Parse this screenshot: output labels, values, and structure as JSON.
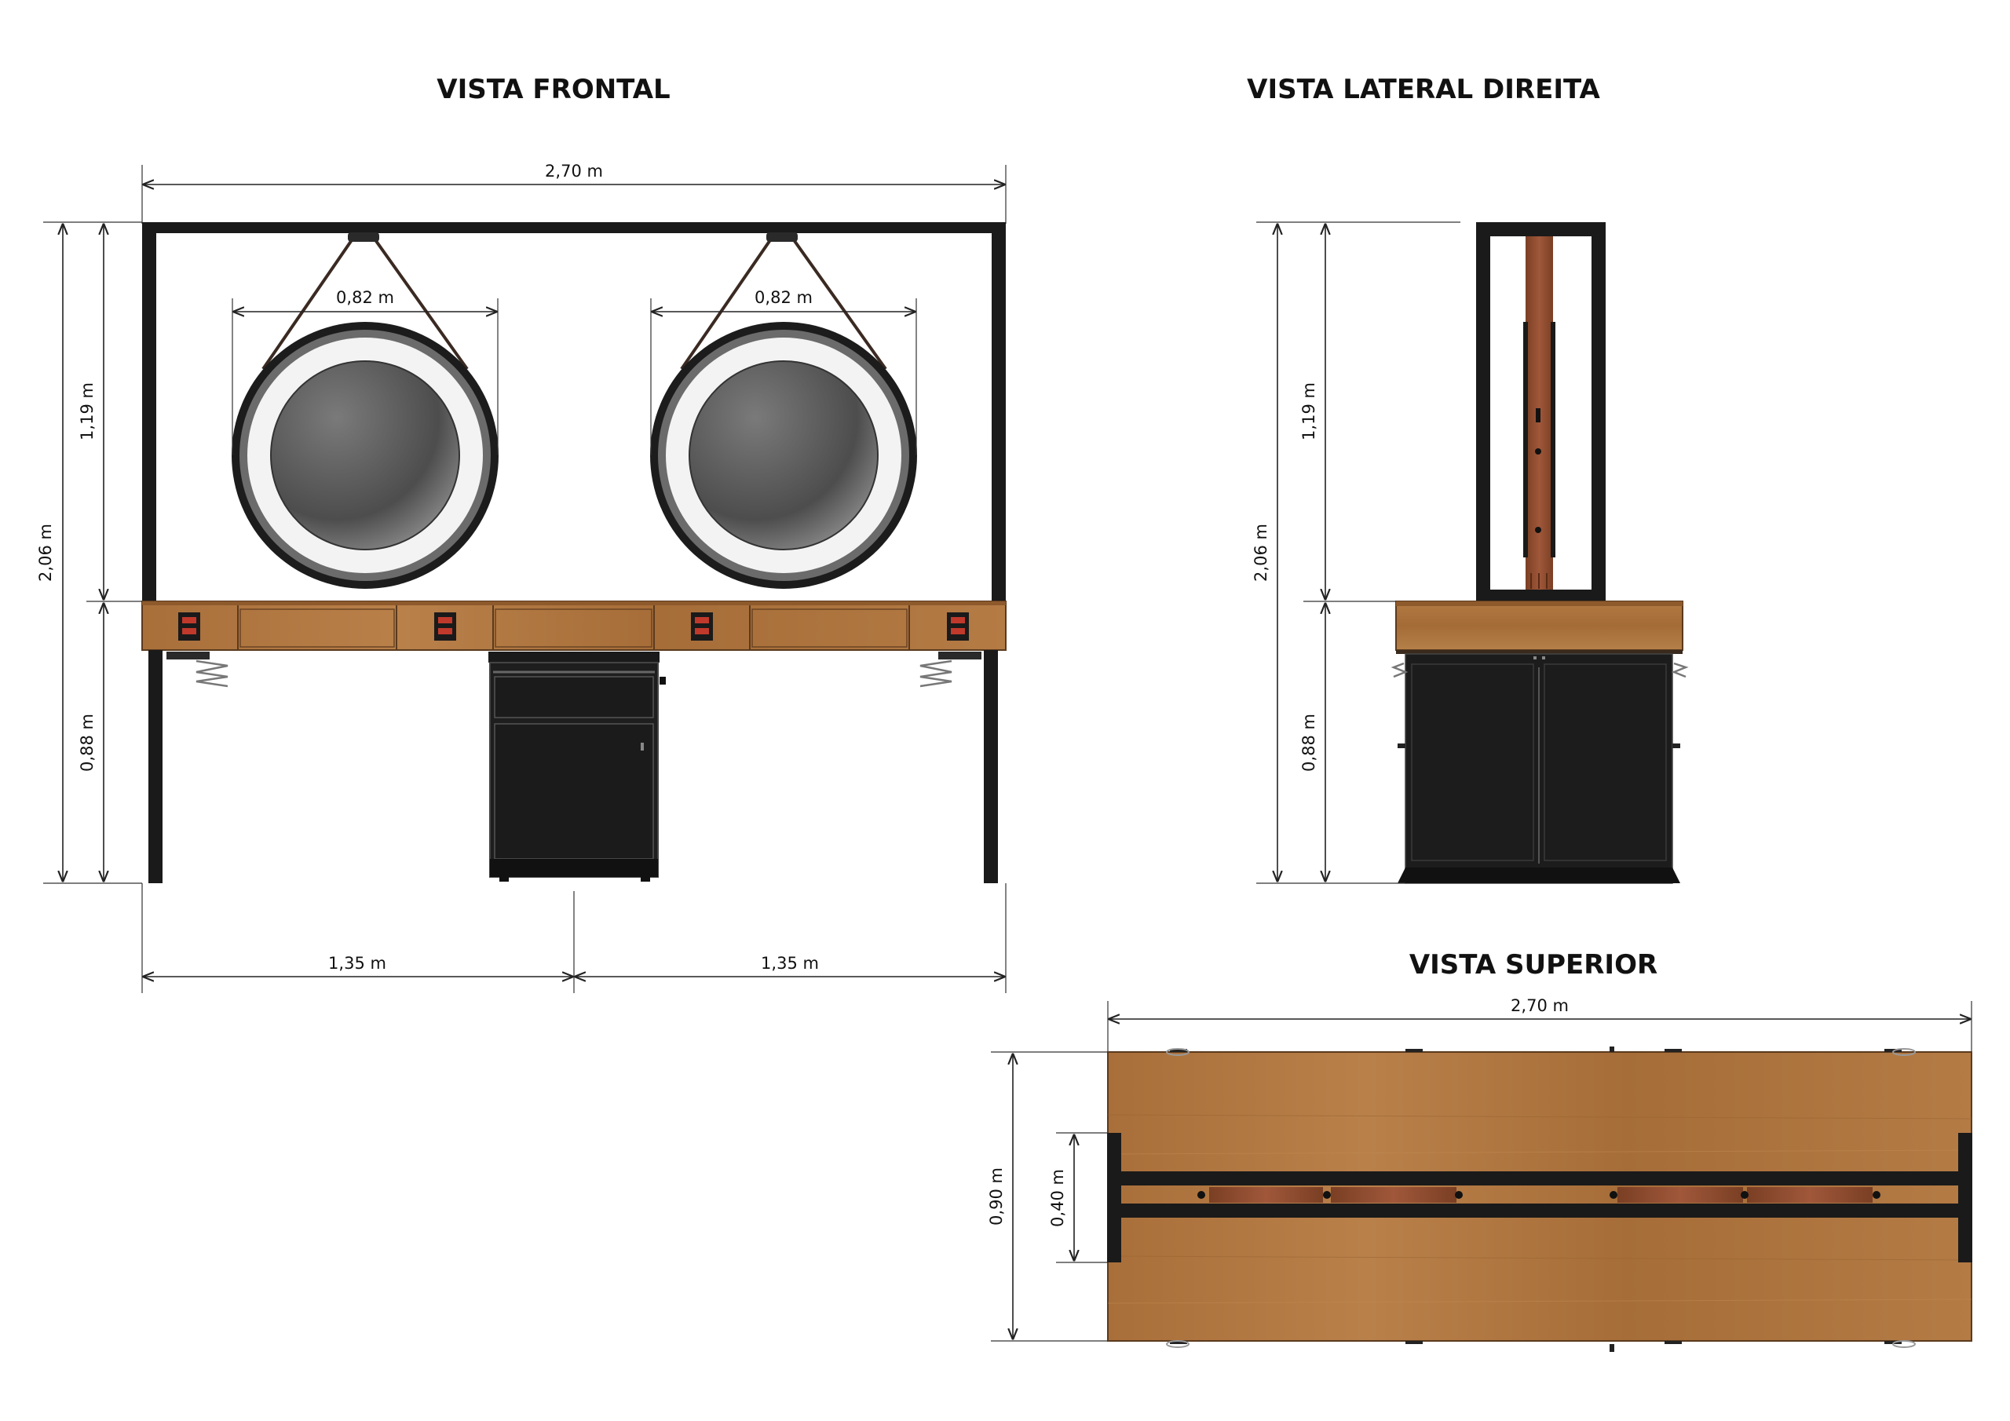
{
  "views": {
    "front": {
      "title": "VISTA FRONTAL",
      "overall_width": "2,70 m",
      "mirror_left_diameter": "0,82 m",
      "mirror_right_diameter": "0,82 m",
      "total_height": "2,06 m",
      "upper_height": "1,19 m",
      "lower_height": "0,88 m",
      "half_left": "1,35 m",
      "half_right": "1,35 m"
    },
    "side": {
      "title": "VISTA LATERAL DIREITA",
      "total_height": "2,06 m",
      "upper_height": "1,19 m",
      "lower_height": "0,88 m"
    },
    "top": {
      "title": "VISTA SUPERIOR",
      "overall_width": "2,70 m",
      "depth": "0,90 m",
      "frame_depth": "0,40 m"
    }
  },
  "colors": {
    "wood": "#b27a43",
    "wood_dark": "#8e5a2c",
    "metal": "#1a1a1a",
    "leather": "#8a4a2c",
    "socket": "#c0392b"
  }
}
